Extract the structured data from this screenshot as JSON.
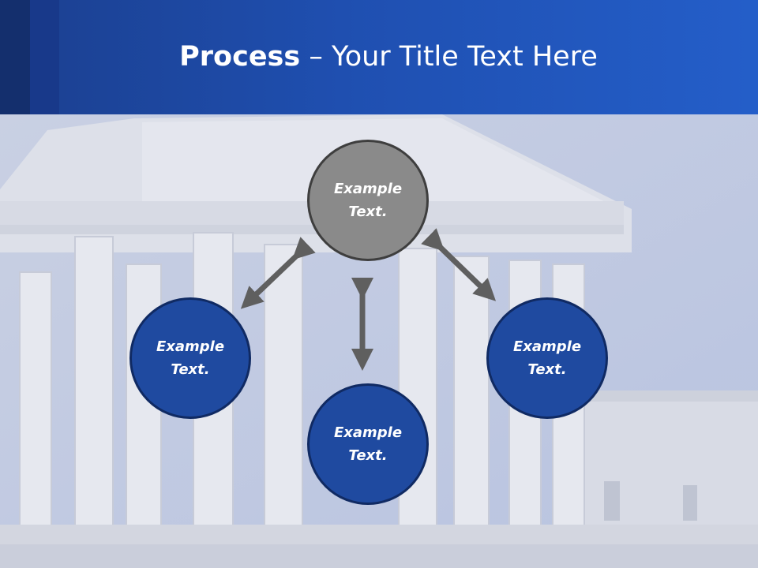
{
  "slide": {
    "title_bold": "Process",
    "title_rest": " – Your Title Text Here"
  },
  "nodes": {
    "top": "Example Text.",
    "left": "Example Text.",
    "bottom": "Example Text.",
    "right": "Example Text."
  },
  "colors": {
    "header": "#1f4fb0",
    "node_gray": "#8a8a8a",
    "node_blue": "#1f4aa0",
    "arrow": "#5f5f5f"
  }
}
